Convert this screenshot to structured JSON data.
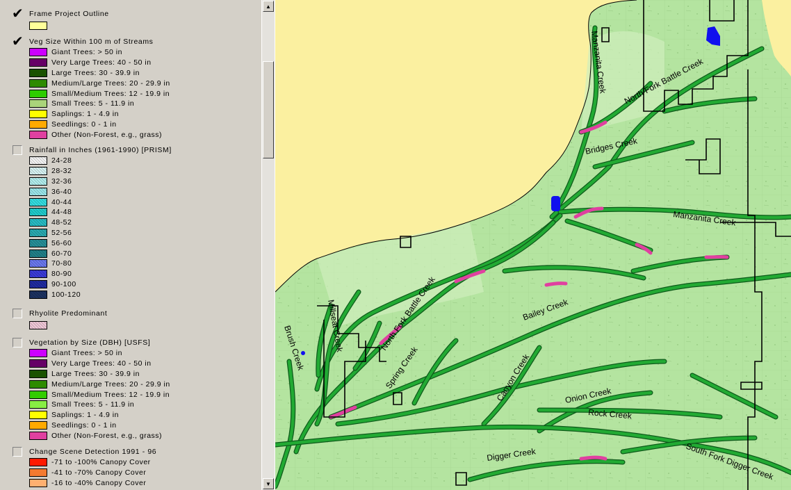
{
  "legend": {
    "layers": [
      {
        "id": "frame",
        "title": "Frame Project Outline",
        "checked": true,
        "items": [
          {
            "label": "",
            "color": "#ffff99"
          }
        ]
      },
      {
        "id": "vegstreams",
        "title": "Veg Size Within 100 m of Streams",
        "checked": true,
        "items": [
          {
            "label": "Giant Trees: > 50 in",
            "color": "#cc00ff"
          },
          {
            "label": "Very Large Trees: 40 - 50 in",
            "color": "#660066"
          },
          {
            "label": "Large Trees: 30 - 39.9 in",
            "color": "#1a5200"
          },
          {
            "label": "Medium/Large Trees: 20 - 29.9 in",
            "color": "#2e8b00"
          },
          {
            "label": "Small/Medium Trees: 12 - 19.9 in",
            "color": "#2ecc00"
          },
          {
            "label": "Small Trees: 5 - 11.9 in",
            "color": "#aad47a"
          },
          {
            "label": "Saplings: 1 - 4.9 in",
            "color": "#ffff00"
          },
          {
            "label": "Seedlings: 0 - 1 in",
            "color": "#ffaa00"
          },
          {
            "label": "Other (Non-Forest, e.g., grass)",
            "color": "#e040a0"
          }
        ]
      },
      {
        "id": "rainfall",
        "title": "Rainfall in Inches (1961-1990) [PRISM]",
        "checked": false,
        "items": [
          {
            "label": "24-28",
            "color": "#f4f4f4"
          },
          {
            "label": "28-32",
            "color": "#d6f2f2"
          },
          {
            "label": "32-36",
            "color": "#b2eeee"
          },
          {
            "label": "36-40",
            "color": "#9ae6ea"
          },
          {
            "label": "40-44",
            "color": "#33dde0"
          },
          {
            "label": "44-48",
            "color": "#20cccc"
          },
          {
            "label": "48-52",
            "color": "#28bcc4"
          },
          {
            "label": "52-56",
            "color": "#2aaab0"
          },
          {
            "label": "56-60",
            "color": "#268f98"
          },
          {
            "label": "60-70",
            "color": "#208088"
          },
          {
            "label": "70-80",
            "color": "#6a78ee"
          },
          {
            "label": "80-90",
            "color": "#3b3bd8"
          },
          {
            "label": "90-100",
            "color": "#1f2ba0"
          },
          {
            "label": "100-120",
            "color": "#1c3260"
          }
        ]
      },
      {
        "id": "rhyolite",
        "title": "Rhyolite Predominant",
        "checked": false,
        "items": [
          {
            "label": "",
            "color": "#f0c8d8"
          }
        ]
      },
      {
        "id": "vegsize",
        "title": "Vegetation by Size (DBH) [USFS]",
        "checked": false,
        "items": [
          {
            "label": "Giant Trees: > 50 in",
            "color": "#cc00ff"
          },
          {
            "label": "Very Large Trees: 40 - 50 in",
            "color": "#660066"
          },
          {
            "label": "Large Trees: 30 - 39.9 in",
            "color": "#1a5200"
          },
          {
            "label": "Medium/Large Trees: 20 - 29.9 in",
            "color": "#2e8b00"
          },
          {
            "label": "Small/Medium Trees: 12 - 19.9 in",
            "color": "#33cc00"
          },
          {
            "label": "Small Trees: 5 - 11.9 in",
            "color": "#88ee44"
          },
          {
            "label": "Saplings: 1 - 4.9 in",
            "color": "#ffff00"
          },
          {
            "label": "Seedlings: 0 - 1 in",
            "color": "#ffaa00"
          },
          {
            "label": "Other (Non-Forest, e.g., grass)",
            "color": "#e040a0"
          }
        ]
      },
      {
        "id": "change",
        "title": "Change Scene Detection 1991 - 96",
        "checked": false,
        "items": [
          {
            "label": "-71 to -100% Canopy Cover",
            "color": "#ff1a00"
          },
          {
            "label": "-41 to -70% Canopy Cover",
            "color": "#f47a30"
          },
          {
            "label": "-16 to -40% Canopy Cover",
            "color": "#ffb070"
          }
        ]
      }
    ]
  },
  "scrollbar": {
    "up_glyph": "▲",
    "down_glyph": "▼"
  },
  "map": {
    "colors": {
      "outside": "#fbf0a0",
      "forest": "#b4e4a0",
      "forest_light": "#cfeebc",
      "stream": "#22aa33",
      "stream_edge": "#0e5a1a",
      "non_forest": "#e040a0",
      "water": "#1010ee",
      "boundary": "#000000"
    },
    "labels": [
      {
        "id": "north-fork-battle-creek-upper",
        "text": "North Fork Battle Creek"
      },
      {
        "id": "manzanita-creek-north",
        "text": "Manzanita Creek"
      },
      {
        "id": "bridges-creek",
        "text": "Bridges Creek"
      },
      {
        "id": "manzanita-creek",
        "text": "Manzanita Creek"
      },
      {
        "id": "north-fork-battle-creek",
        "text": "North Fork Battle Creek"
      },
      {
        "id": "bailey-creek",
        "text": "Bailey Creek"
      },
      {
        "id": "mill-creek",
        "text": "Millseat Creek"
      },
      {
        "id": "brush-creek",
        "text": "Brush Creek"
      },
      {
        "id": "spring-creek",
        "text": "Spring Creek"
      },
      {
        "id": "canyon-creek",
        "text": "Canyon Creek"
      },
      {
        "id": "onion-creek",
        "text": "Onion Creek"
      },
      {
        "id": "rock-creek",
        "text": "Rock Creek"
      },
      {
        "id": "south-fork-digger-creek",
        "text": "South Fork Digger Creek"
      },
      {
        "id": "digger-creek",
        "text": "Digger Creek"
      }
    ]
  }
}
